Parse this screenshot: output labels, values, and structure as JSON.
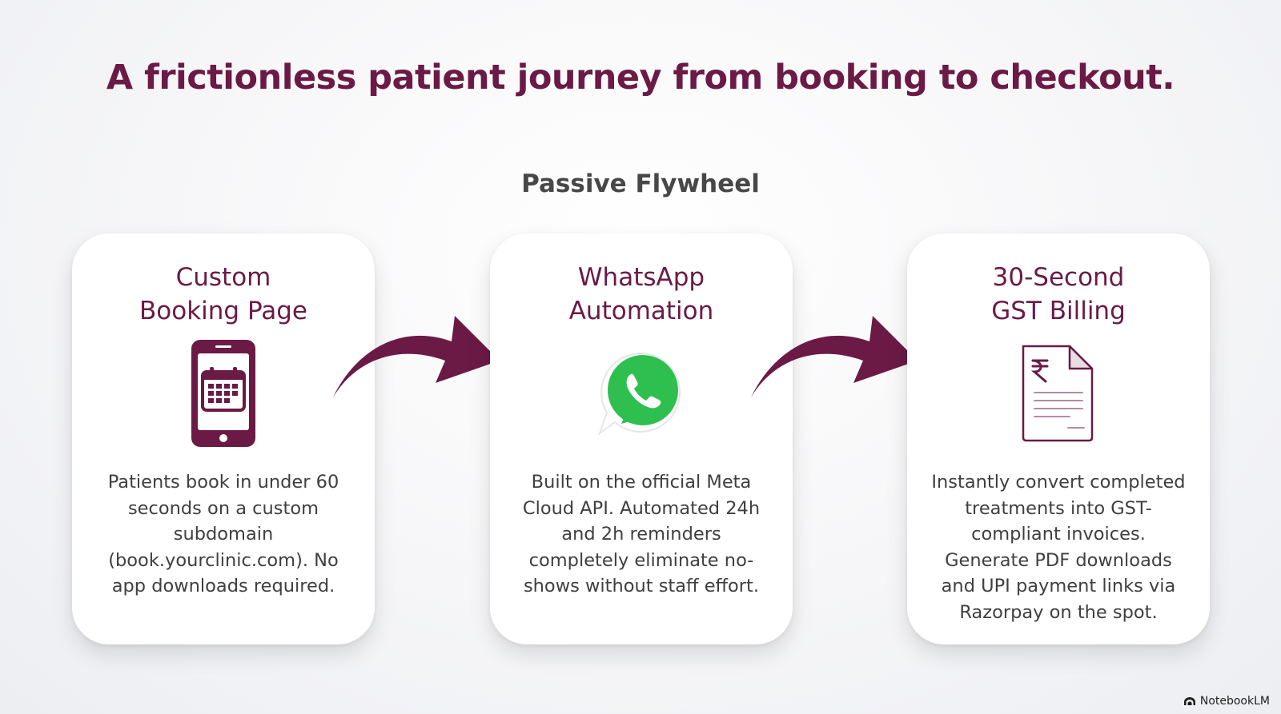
{
  "title": "A frictionless patient journey from booking to checkout.",
  "subtitle": "Passive Flywheel",
  "colors": {
    "accent": "#6b1a45",
    "whatsapp_green": "#2fbf4f",
    "card_bg": "#ffffff"
  },
  "steps": [
    {
      "title_lines": [
        "Custom",
        "Booking Page"
      ],
      "icon": "phone-calendar-icon",
      "desc_lines": [
        "Patients book in under 60",
        "seconds on a custom",
        "subdomain",
        "(book.yourclinic.com). No",
        "app downloads required."
      ]
    },
    {
      "title_lines": [
        "WhatsApp",
        "Automation"
      ],
      "icon": "whatsapp-icon",
      "desc_lines": [
        "Built on the official Meta",
        "Cloud API. Automated 24h",
        "and 2h reminders",
        "completely eliminate no-",
        "shows without staff effort."
      ]
    },
    {
      "title_lines": [
        "30-Second",
        "GST Billing"
      ],
      "icon": "rupee-invoice-icon",
      "desc_lines": [
        "Instantly convert completed",
        "treatments into GST-",
        "compliant invoices.",
        "Generate PDF downloads",
        "and UPI payment links via",
        "Razorpay on the spot."
      ]
    }
  ],
  "arrows": [
    "curved-arrow-icon",
    "curved-arrow-icon"
  ],
  "brand": {
    "icon": "notebooklm-logo-icon",
    "label": "NotebookLM"
  }
}
